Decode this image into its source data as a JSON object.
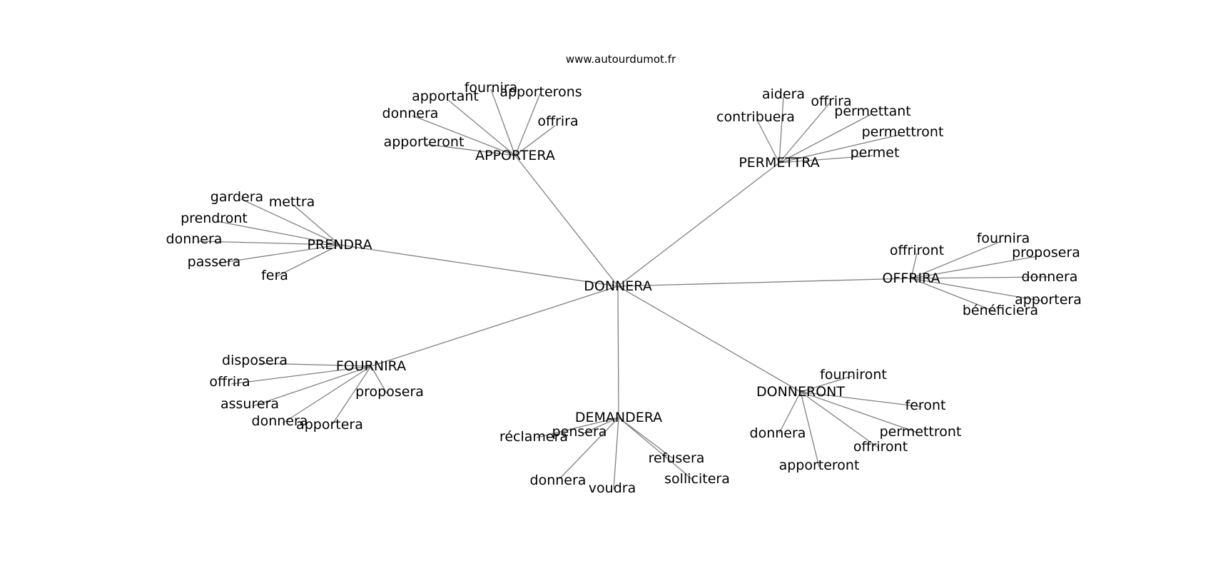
{
  "header": {
    "site": "www.autourdumot.fr"
  },
  "graph": {
    "center": "DONNERA",
    "edge_color": "#808080",
    "text_color": "#000000",
    "clusters": [
      {
        "hub": "APPORTERA",
        "leaves": [
          "apportant",
          "fournira",
          "apporterons",
          "donnera",
          "offrira",
          "apporteront"
        ]
      },
      {
        "hub": "PERMETTRA",
        "leaves": [
          "aidera",
          "offrira",
          "permettant",
          "contribuera",
          "permettront",
          "permet"
        ]
      },
      {
        "hub": "PRENDRA",
        "leaves": [
          "gardera",
          "mettra",
          "prendront",
          "donnera",
          "passera",
          "fera"
        ]
      },
      {
        "hub": "OFFRIRA",
        "leaves": [
          "offriront",
          "fournira",
          "proposera",
          "donnera",
          "apportera",
          "bénéficiera"
        ]
      },
      {
        "hub": "FOURNIRA",
        "leaves": [
          "disposera",
          "offrira",
          "assurera",
          "donnera",
          "apportera",
          "proposera"
        ]
      },
      {
        "hub": "DEMANDERA",
        "leaves": [
          "pensera",
          "réclamera",
          "refusera",
          "sollicitera",
          "donnera",
          "voudra"
        ]
      },
      {
        "hub": "DONNERONT",
        "leaves": [
          "fourniront",
          "feront",
          "permettront",
          "offriront",
          "donnera",
          "apporteront"
        ]
      }
    ]
  }
}
